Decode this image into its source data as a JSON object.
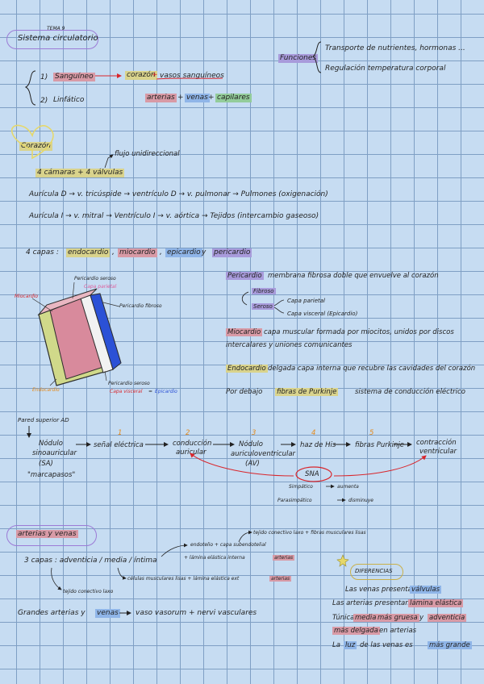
{
  "header": {
    "tema": "TEMA 9",
    "title": "Sistema circulatorio"
  },
  "functions": {
    "label": "Funciones",
    "items": [
      "Transporte de nutrientes, hormonas ...",
      "Regulación temperatura corporal"
    ]
  },
  "types": {
    "n1": "1)",
    "sanguineo": "Sanguíneo",
    "corazon": "corazón",
    "plus": "+",
    "vasos": "vasos sanguíneos",
    "n2": "2)",
    "linfatico": "Linfático",
    "arterias": "arterias",
    "venas": "venas",
    "capilares": "capilares"
  },
  "corazon_block": {
    "title": "Corazón",
    "flujo": "flujo unidireccional",
    "chambers": "4 cámaras + 4 válvulas",
    "aur_d": "Aurícula D → v. tricúspide → ventrículo D → v. pulmonar → Pulmones (oxigenación)",
    "aur_i": "Aurícula I → v. mitral → Ventrículo I → v. aórtica → Tejidos (intercambio gaseoso)"
  },
  "capas": {
    "label": "4 capas :",
    "endocardio": "endocardio",
    "miocardio": "miocardio",
    "epicardio": "epicardio",
    "pericardio": "pericardio",
    "y": "y",
    "comma": ","
  },
  "diagram": {
    "seroso_top": "Pericardio seroso",
    "capa_parietal": "Capa parietal",
    "miocardio": "Miocardio",
    "fibroso": "Pericardio fibroso",
    "endocardio": "Endocardio",
    "seroso_bottom": "Pericardio seroso",
    "capa_visceral": "Capa visceral",
    "epicardio": "Epicardio",
    "eq": "="
  },
  "definitions": {
    "pericardio_label": "Pericardio",
    "pericardio_text": "membrana fibrosa doble que envuelve al corazón",
    "fibroso": "Fibroso",
    "seroso": "Seroso",
    "parietal": "Capa parietal",
    "visceral": "Capa visceral (Epicardio)",
    "miocardio_label": "Miocardio",
    "miocardio_text1": "capa muscular formada por miocitos, unidos por discos",
    "miocardio_text2": "intercalares y uniones comunicantes",
    "endocardio_label": "Endocardio",
    "endocardio_text": "delgada capa interna que recubre las cavidades del corazón",
    "debajo": "Por debajo",
    "purkinje": "fibras de Purkinje",
    "sistema": "sistema de conducción eléctrico"
  },
  "conduction": {
    "pared": "Pared superior AD",
    "nodo_sa1": "Nódulo",
    "nodo_sa2": "sinoauricular",
    "nodo_sa3": "(SA)",
    "marcapasos": "\"marcapasos\"",
    "senal": "señal eléctrica",
    "cond1": "conducción",
    "cond2": "auricular",
    "nodo_av1": "Nódulo",
    "nodo_av2": "auriculoventricular",
    "nodo_av3": "(AV)",
    "haz": "haz de His",
    "fibras": "fibras Purkinje",
    "contr1": "contracción",
    "contr2": "ventricular",
    "n1": "1",
    "n2": "2",
    "n3": "3",
    "n4": "4",
    "n5": "5",
    "sna": "SNA",
    "simpatico": "Simpático",
    "aumenta": "aumenta",
    "parasimpatico": "Parasimpático",
    "disminuye": "disminuye"
  },
  "vessels": {
    "title": "arterias y venas",
    "capas": "3 capas : adventicia / media / íntima",
    "tejido_top": "tejido conectivo laxo + fibras musculares lisas",
    "endotelio": "endotelio + capa subendotelial",
    "lamina_int": "+ lámina elástica interna",
    "arterias": "arterias",
    "celulas": "células musculares lisas + lámina elástica ext",
    "tejido_laxo": "tejido conectivo laxo",
    "grandes": "Grandes arterias y",
    "venas": "venas",
    "vaso_vasorum": "vaso vasorum + nervi vasculares"
  },
  "differences": {
    "title": "DIFERENCIAS",
    "l1a": "Las venas presentan",
    "l1b": "válvulas",
    "l2a": "Las arterias presentan",
    "l2b": "lámina elástica",
    "l3a": "Túnica",
    "l3b": "media",
    "l3c": "más gruesa",
    "l3d": "y",
    "l3e": "adventicia",
    "l4a": "más delgada",
    "l4b": "en arterias",
    "l5a": "La",
    "l5b": "luz",
    "l5c": "de las venas es",
    "l5d": "más grande"
  }
}
